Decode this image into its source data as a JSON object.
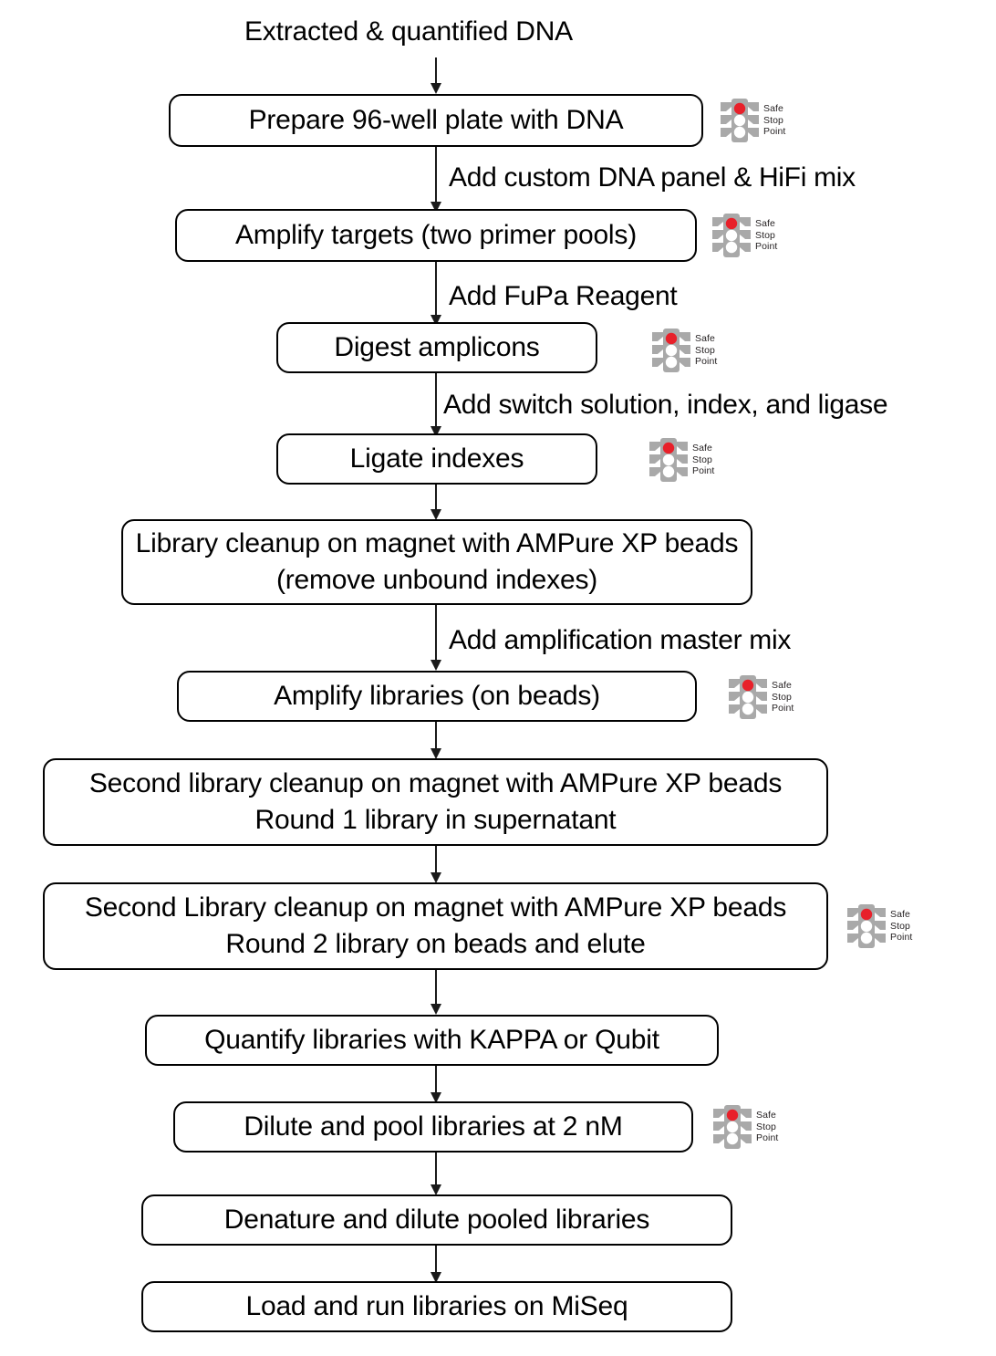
{
  "diagram": {
    "title_caption": "Extracted & quantified DNA",
    "colors": {
      "background": "#ffffff",
      "node_border": "#000000",
      "node_fill": "#ffffff",
      "text": "#000000",
      "connector": "#1a1a1a",
      "traffic_light_body": "#a9a9a9",
      "traffic_light_red": "#e8202a",
      "traffic_light_lamp_off": "#ffffff",
      "ssp_label_text": "#231f20"
    },
    "safe_stop_point": {
      "line1": "Safe",
      "line2": "Stop",
      "line3": "Point",
      "icon": "traffic-light-icon"
    },
    "nodes": [
      {
        "id": "prepare-plate",
        "label": "Prepare 96-well plate with DNA",
        "safe_stop": true
      },
      {
        "id": "amplify-targets",
        "label": "Amplify targets (two primer pools)",
        "safe_stop": true
      },
      {
        "id": "digest-amplicons",
        "label": "Digest amplicons",
        "safe_stop": true
      },
      {
        "id": "ligate-indexes",
        "label": "Ligate indexes",
        "safe_stop": true
      },
      {
        "id": "library-cleanup",
        "label": "Library cleanup on magnet with AMPure XP beads (remove unbound indexes)",
        "safe_stop": false
      },
      {
        "id": "amplify-libraries",
        "label": "Amplify libraries (on beads)",
        "safe_stop": true
      },
      {
        "id": "second-cleanup-r1",
        "label": "Second library cleanup on magnet with AMPure XP beads Round 1 library in supernatant",
        "safe_stop": false
      },
      {
        "id": "second-cleanup-r2",
        "label": "Second Library cleanup on magnet with AMPure XP beads Round 2 library on beads and elute",
        "safe_stop": true
      },
      {
        "id": "quantify-libraries",
        "label": "Quantify libraries with KAPPA or Qubit",
        "safe_stop": false
      },
      {
        "id": "dilute-pool",
        "label": "Dilute and pool libraries at 2 nM",
        "safe_stop": true
      },
      {
        "id": "denature-dilute",
        "label": "Denature and dilute pooled libraries",
        "safe_stop": false
      },
      {
        "id": "load-run",
        "label": "Load and run libraries on MiSeq",
        "safe_stop": false
      }
    ],
    "edge_labels": [
      {
        "id": "edge-1",
        "label": "Add custom DNA panel & HiFi mix"
      },
      {
        "id": "edge-2",
        "label": "Add FuPa Reagent"
      },
      {
        "id": "edge-3",
        "label": "Add switch solution, index, and ligase"
      },
      {
        "id": "edge-4",
        "label": "Add amplification master mix"
      }
    ]
  },
  "chart_data": {
    "type": "flowchart",
    "title": "Extracted & quantified DNA",
    "orientation": "top-to-bottom",
    "steps": [
      "Prepare 96-well plate with DNA",
      "Amplify targets (two primer pools)",
      "Digest amplicons",
      "Ligate indexes",
      "Library cleanup on magnet with AMPure XP beads (remove unbound indexes)",
      "Amplify libraries (on beads)",
      "Second library cleanup on magnet with AMPure XP beads Round 1 library in supernatant",
      "Second Library cleanup on magnet with AMPure XP beads Round 2 library on beads and elute",
      "Quantify libraries with KAPPA or Qubit",
      "Dilute and pool libraries at 2 nM",
      "Denature and dilute pooled libraries",
      "Load and run libraries on MiSeq"
    ],
    "transitions": [
      {
        "from": "Extracted & quantified DNA",
        "to": "Prepare 96-well plate with DNA",
        "label": ""
      },
      {
        "from": "Prepare 96-well plate with DNA",
        "to": "Amplify targets (two primer pools)",
        "label": "Add custom DNA panel & HiFi mix"
      },
      {
        "from": "Amplify targets (two primer pools)",
        "to": "Digest amplicons",
        "label": "Add FuPa Reagent"
      },
      {
        "from": "Digest amplicons",
        "to": "Ligate indexes",
        "label": "Add switch solution, index, and ligase"
      },
      {
        "from": "Ligate indexes",
        "to": "Library cleanup on magnet with AMPure XP beads (remove unbound indexes)",
        "label": ""
      },
      {
        "from": "Library cleanup on magnet with AMPure XP beads (remove unbound indexes)",
        "to": "Amplify libraries (on beads)",
        "label": "Add amplification master mix"
      },
      {
        "from": "Amplify libraries (on beads)",
        "to": "Second library cleanup on magnet with AMPure XP beads Round 1 library in supernatant",
        "label": ""
      },
      {
        "from": "Second library cleanup on magnet with AMPure XP beads Round 1 library in supernatant",
        "to": "Second Library cleanup on magnet with AMPure XP beads Round 2 library on beads and elute",
        "label": ""
      },
      {
        "from": "Second Library cleanup on magnet with AMPure XP beads Round 2 library on beads and elute",
        "to": "Quantify libraries with KAPPA or Qubit",
        "label": ""
      },
      {
        "from": "Quantify libraries with KAPPA or Qubit",
        "to": "Dilute and pool libraries at 2 nM",
        "label": ""
      },
      {
        "from": "Dilute and pool libraries at 2 nM",
        "to": "Denature and dilute pooled libraries",
        "label": ""
      },
      {
        "from": "Denature and dilute pooled libraries",
        "to": "Load and run libraries on MiSeq",
        "label": ""
      }
    ],
    "annotations": [
      {
        "attached_to": "Prepare 96-well plate with DNA",
        "text": "Safe Stop Point"
      },
      {
        "attached_to": "Amplify targets (two primer pools)",
        "text": "Safe Stop Point"
      },
      {
        "attached_to": "Digest amplicons",
        "text": "Safe Stop Point"
      },
      {
        "attached_to": "Ligate indexes",
        "text": "Safe Stop Point"
      },
      {
        "attached_to": "Amplify libraries (on beads)",
        "text": "Safe Stop Point"
      },
      {
        "attached_to": "Second Library cleanup on magnet with AMPure XP beads Round 2 library on beads and elute",
        "text": "Safe Stop Point"
      },
      {
        "attached_to": "Dilute and pool libraries at 2 nM",
        "text": "Safe Stop Point"
      }
    ]
  }
}
